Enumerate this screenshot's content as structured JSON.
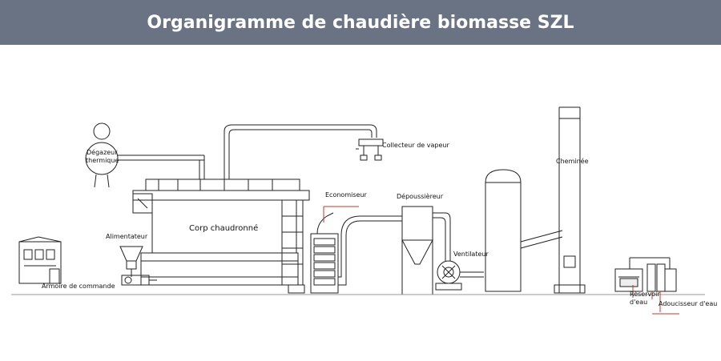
{
  "header": {
    "title": "Organigramme de chaudière biomasse SZL"
  },
  "labels": {
    "degazeur_1": "Dégazeur",
    "degazeur_2": "thermique",
    "collecteur": "Collecteur de vapeur",
    "cheminee": "Cheminée",
    "economiseur": "Economiseur",
    "depoussiereur": "Dépoussièreur",
    "corp": "Corp chaudronné",
    "alimentateur": "Alimentateur",
    "ventilateur": "Ventilateur",
    "armoire": "Armoire de commande",
    "reservoir_1": "Réservoir",
    "reservoir_2": "d'eau",
    "adoucisseur": "Adoucisseur d'eau"
  },
  "colors": {
    "header_bg": "#6a7384",
    "line": "#222222",
    "accent_red": "#c0392b"
  }
}
